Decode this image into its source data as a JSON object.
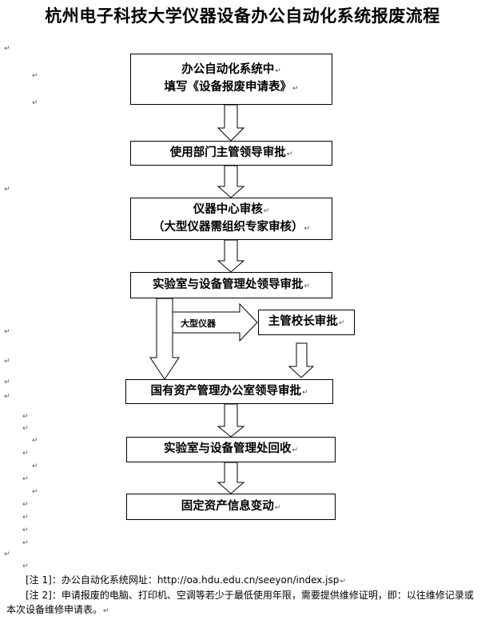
{
  "title": "杭州电子科技大学仪器设备办公自动化系统报废流程",
  "steps": {
    "s1_line1": "办公自动化系统中",
    "s1_line2": "填写《设备报废申请表》",
    "s2": "使用部门主管领导审批",
    "s3_line1": "仪器中心审核",
    "s3_line2": "（大型仪器需组织专家审核）",
    "s4": "实验室与设备管理处领导审批",
    "s5": "主管校长审批",
    "s6": "国有资产管理办公室领导审批",
    "s7": "实验室与设备管理处回收",
    "s8": "固定资产信息变动"
  },
  "branch_label": "大型仪器",
  "paragraph_mark": "↵",
  "notes": {
    "note1_tag": "[注 1]",
    "note1_text": "：办公自动化系统网址：http://oa.hdu.edu.cn/seeyon/index.jsp",
    "note2_tag": "[注 2]",
    "note2_text": "：申请报废的电脑、打印机、空调等若少于最低使用年限，需要提供维修证明，即：以往维修记录或本次设备维修申请表。"
  }
}
